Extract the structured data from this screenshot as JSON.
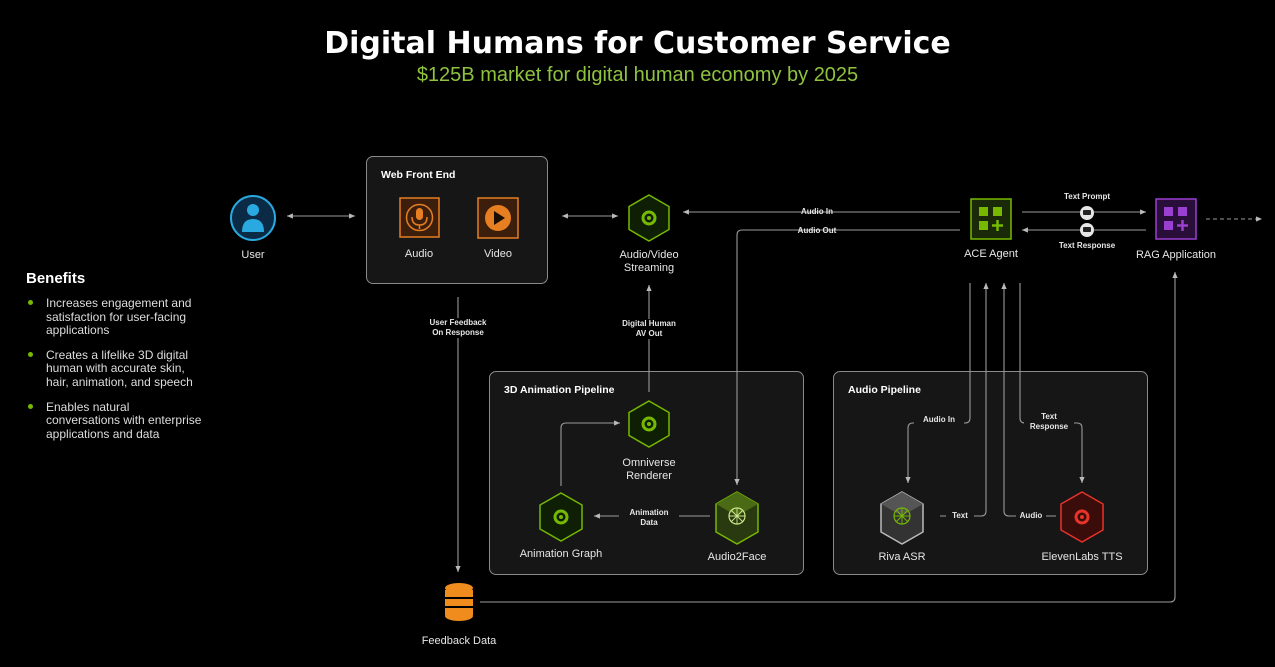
{
  "title": "Digital Humans for Customer Service",
  "subtitle": "$125B market for digital human economy by 2025",
  "benefits": {
    "title": "Benefits",
    "items": [
      "Increases engagement and satisfaction for user-facing applications",
      "Creates a lifelike 3D digital human with accurate skin, hair, animation, and speech",
      "Enables natural conversations with enterprise applications and data"
    ]
  },
  "nodes": {
    "user": "User",
    "web_front_end": "Web Front End",
    "audio": "Audio",
    "video": "Video",
    "av_streaming_1": "Audio/Video",
    "av_streaming_2": "Streaming",
    "ace_agent": "ACE Agent",
    "rag_application": "RAG Application",
    "anim_pipeline": "3D Animation Pipeline",
    "omniverse_1": "Omniverse",
    "omniverse_2": "Renderer",
    "animation_graph": "Animation Graph",
    "audio2face": "Audio2Face",
    "audio_pipeline": "Audio Pipeline",
    "riva_asr": "Riva ASR",
    "elevenlabs_tts": "ElevenLabs TTS",
    "feedback_data": "Feedback Data"
  },
  "edges": {
    "audio_in": "Audio In",
    "audio_out": "Audio Out",
    "text_prompt": "Text Prompt",
    "text_response": "Text Response",
    "user_feedback_1": "User Feedback",
    "user_feedback_2": "On Response",
    "dh_av_out_1": "Digital Human",
    "dh_av_out_2": "AV Out",
    "animation_data_1": "Animation",
    "animation_data_2": "Data",
    "audio_in_2": "Audio In",
    "text_resp_1": "Text",
    "text_resp_2": "Response",
    "text": "Text",
    "audio": "Audio"
  },
  "colors": {
    "accent_green": "#76b900",
    "subtitle_green": "#8fc23f",
    "audio_orange": "#e67e22",
    "user_blue": "#2aa9e0",
    "rag_purple": "#9b3fd1",
    "tts_red": "#e8332a",
    "db_orange": "#f08c1e"
  }
}
